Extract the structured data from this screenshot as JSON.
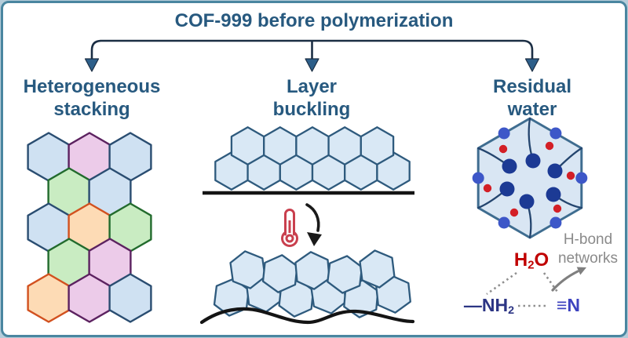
{
  "title": "COF-999 before polymerization",
  "frame": {
    "outer_bg": "#b6cdda",
    "panel_bg": "#ffffff",
    "border_color": "#4a86a0",
    "text_color": "#27597f",
    "line_color": "#1b2e44",
    "arrowhead_color": "#2d5f8a"
  },
  "panels": {
    "heterogeneous_stacking": {
      "heading_line1": "Heterogeneous",
      "heading_line2": "stacking",
      "hex_colors": {
        "blue": {
          "fill": "#cfe1f2",
          "stroke": "#2a4d71"
        },
        "pink": {
          "fill": "#eccbe9",
          "stroke": "#5c2260"
        },
        "green": {
          "fill": "#c9ecc2",
          "stroke": "#226b2d"
        },
        "orange": {
          "fill": "#fddbb5",
          "stroke": "#d2511f"
        }
      },
      "rows": [
        [
          "blue",
          "pink",
          "blue"
        ],
        [
          "green",
          "blue"
        ],
        [
          "blue",
          "orange",
          "green"
        ],
        [
          "green",
          "pink"
        ],
        [
          "orange",
          "pink",
          "blue"
        ]
      ]
    },
    "layer_buckling": {
      "heading_line1": "Layer",
      "heading_line2": "buckling",
      "hex_fill": "#d9e8f5",
      "hex_stroke": "#2e5a7d",
      "sheet_top_count": 5,
      "sheet_bottom_count": 6,
      "substrate_color": "#141414",
      "thermometer_color": "#c9404e",
      "arrow_color": "#1a1a1a"
    },
    "residual_water": {
      "heading_line1": "Residual",
      "heading_line2": "water",
      "pore_fill": "#d9e6f3",
      "pore_stroke": "#3f6d90",
      "tail_color": "#24456e",
      "edge_dot_color": "#3d57c8",
      "inner_dot_color": "#1c3a94",
      "water_dot_color": "#d31f26",
      "edge_dot_count": 6,
      "inner_dot_count": 6,
      "water_dot_count": 6,
      "labels": {
        "hbond_line1": "H-bond",
        "hbond_line2": "networks",
        "hbond_color": "#8a8a8a",
        "h2o_h": "H",
        "h2o_sub": "2",
        "h2o_o": "O",
        "h2o_color": "#c00000",
        "amine_bond": "—",
        "amine_text": "NH",
        "amine_sub": "2",
        "amine_color": "#2c3584",
        "nitrile_text": "≡N",
        "nitrile_color": "#3d43bf"
      }
    }
  }
}
